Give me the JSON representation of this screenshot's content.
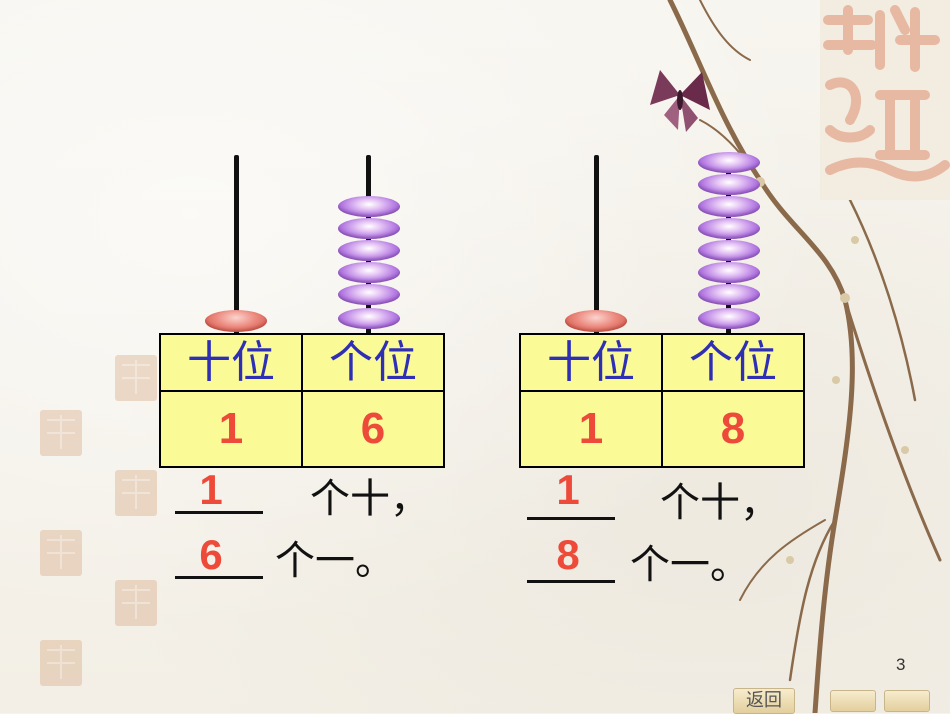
{
  "slide": {
    "page_number": "3",
    "nav": {
      "back_label": "返回"
    }
  },
  "abacus": [
    {
      "tens_beads": 1,
      "ones_beads": 6,
      "table": {
        "tens_header": "十位",
        "ones_header": "个位",
        "tens_value": "1",
        "ones_value": "6"
      },
      "sentence": {
        "tens_answer": "1",
        "tens_text": "个十，",
        "ones_answer": "6",
        "ones_text": "个一。"
      }
    },
    {
      "tens_beads": 1,
      "ones_beads": 8,
      "table": {
        "tens_header": "十位",
        "ones_header": "个位",
        "tens_value": "1",
        "ones_value": "8"
      },
      "sentence": {
        "tens_answer": "1",
        "tens_text": "个十，",
        "ones_answer": "8",
        "ones_text": "个一。"
      }
    }
  ],
  "colors": {
    "header_text": "#2f2fb5",
    "value_text": "#ee4a3a",
    "table_fill": "#fafa96",
    "tens_bead": "#e06a5e",
    "ones_bead": "#b57be3"
  },
  "decor": {
    "seal_icon": "auspicious-seal-icon",
    "branch_icon": "plum-branch-butterfly-icon",
    "stamp_icon": "square-seal-stamp-icon"
  }
}
